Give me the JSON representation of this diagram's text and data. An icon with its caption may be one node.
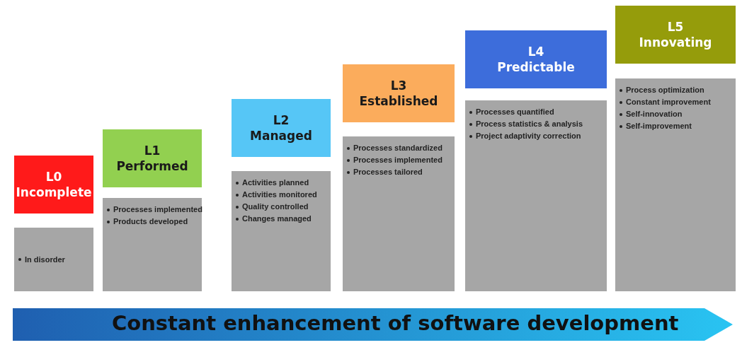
{
  "diagram": {
    "nodes": [
      {
        "text": [
          "L0",
          "Incomplete"
        ]
      },
      {
        "text": [
          "In disorder"
        ]
      },
      {
        "text": [
          "L1",
          "Performed"
        ]
      },
      {
        "text": [
          "Processes implemented",
          "Products developed"
        ]
      },
      {
        "text": [
          "L2",
          "Managed"
        ]
      },
      {
        "text": [
          "Activities planned",
          "Activities monitored",
          "Quality controlled",
          "Changes managed"
        ]
      },
      {
        "text": [
          "L3",
          "Established"
        ]
      },
      {
        "text": [
          "Processes standardized",
          "Processes implemented",
          "Processes tailored"
        ]
      },
      {
        "text": [
          "L4",
          "Predictable"
        ]
      },
      {
        "text": [
          "Processes quantified",
          "Process statistics & analysis",
          "Project adaptivity correction"
        ]
      },
      {
        "text": [
          "L5",
          "Innovating"
        ]
      },
      {
        "text": [
          "Process optimization",
          "Constant improvement",
          "Self-innovation",
          "Self-improvement"
        ]
      },
      {
        "text": [
          "Constant enhancement of software development"
        ]
      }
    ],
    "edges": []
  }
}
